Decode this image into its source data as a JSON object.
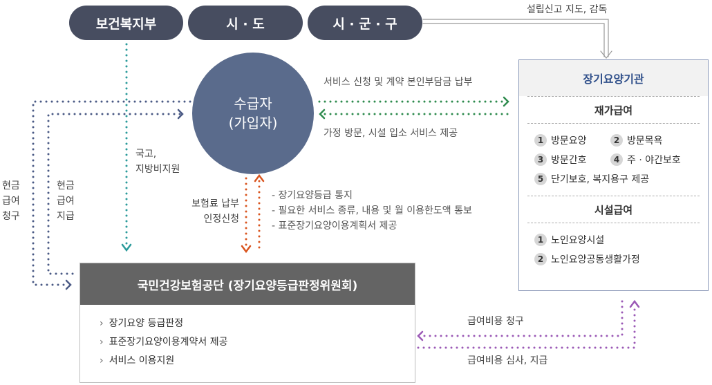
{
  "top_orgs": [
    "보건복지부",
    "시 · 도",
    "시 · 군 · 구"
  ],
  "supervision_label": "설립신고 지도, 감독",
  "recipient": {
    "line1": "수급자",
    "line2": "(가입자)"
  },
  "service_request_label": "서비스 신청 및 계약 본인부담금 납부",
  "service_provide_label": "가정 방문, 시설 입소 서비스 제공",
  "subsidy_label": [
    "국고,",
    "지방비지원"
  ],
  "cash_claim_label": [
    "현금",
    "급여",
    "청구"
  ],
  "cash_pay_label": [
    "현금",
    "급여",
    "지급"
  ],
  "premium_label": [
    "보험료 납부",
    "인정신청"
  ],
  "nhis_notices": [
    "- 장기요양등급 통지",
    "- 필요한 서비스 종류, 내용 및 월 이용한도액 통보",
    "- 표준장기요양이용계획서 제공"
  ],
  "institution": {
    "title": "장기요양기관",
    "home_care": {
      "title": "재가급여",
      "items": [
        {
          "n": "1",
          "t": "방문요양"
        },
        {
          "n": "2",
          "t": "방문목욕"
        },
        {
          "n": "3",
          "t": "방문간호"
        },
        {
          "n": "4",
          "t": "주 · 야간보호"
        },
        {
          "n": "5",
          "t": "단기보호, 복지용구 제공"
        }
      ]
    },
    "facility_care": {
      "title": "시설급여",
      "items": [
        {
          "n": "1",
          "t": "노인요양시설"
        },
        {
          "n": "2",
          "t": "노인요양공동생활가정"
        }
      ]
    }
  },
  "nhis": {
    "title": "국민건강보험공단 (장기요양등급판정위원회)",
    "items": [
      "장기요양 등급판정",
      "표준장기요양이용계약서 제공",
      "서비스 이용지원"
    ]
  },
  "claim_label": "급여비용 청구",
  "review_label": "급여비용 심사, 지급",
  "colors": {
    "pill": "#474d60",
    "circle": "#5a6b8c",
    "green": "#2e8b4e",
    "navy": "#4a5a85",
    "teal": "#2a9a9a",
    "orange": "#d9541e",
    "purple": "#9b59b6"
  }
}
